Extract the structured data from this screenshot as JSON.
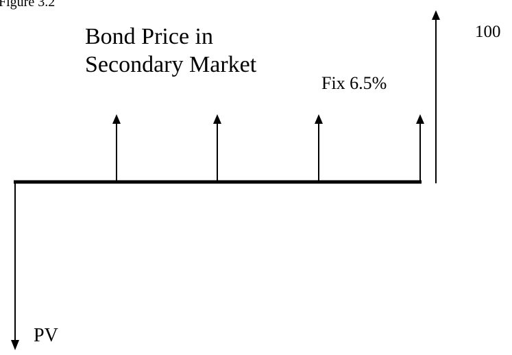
{
  "figure_label": "Figure 3.2",
  "title_line1": "Bond Price in",
  "title_line2": "Secondary Market",
  "coupon_label": "Fix 6.5%",
  "face_value_label": "100",
  "pv_label": "PV",
  "line_color": "#000000"
}
